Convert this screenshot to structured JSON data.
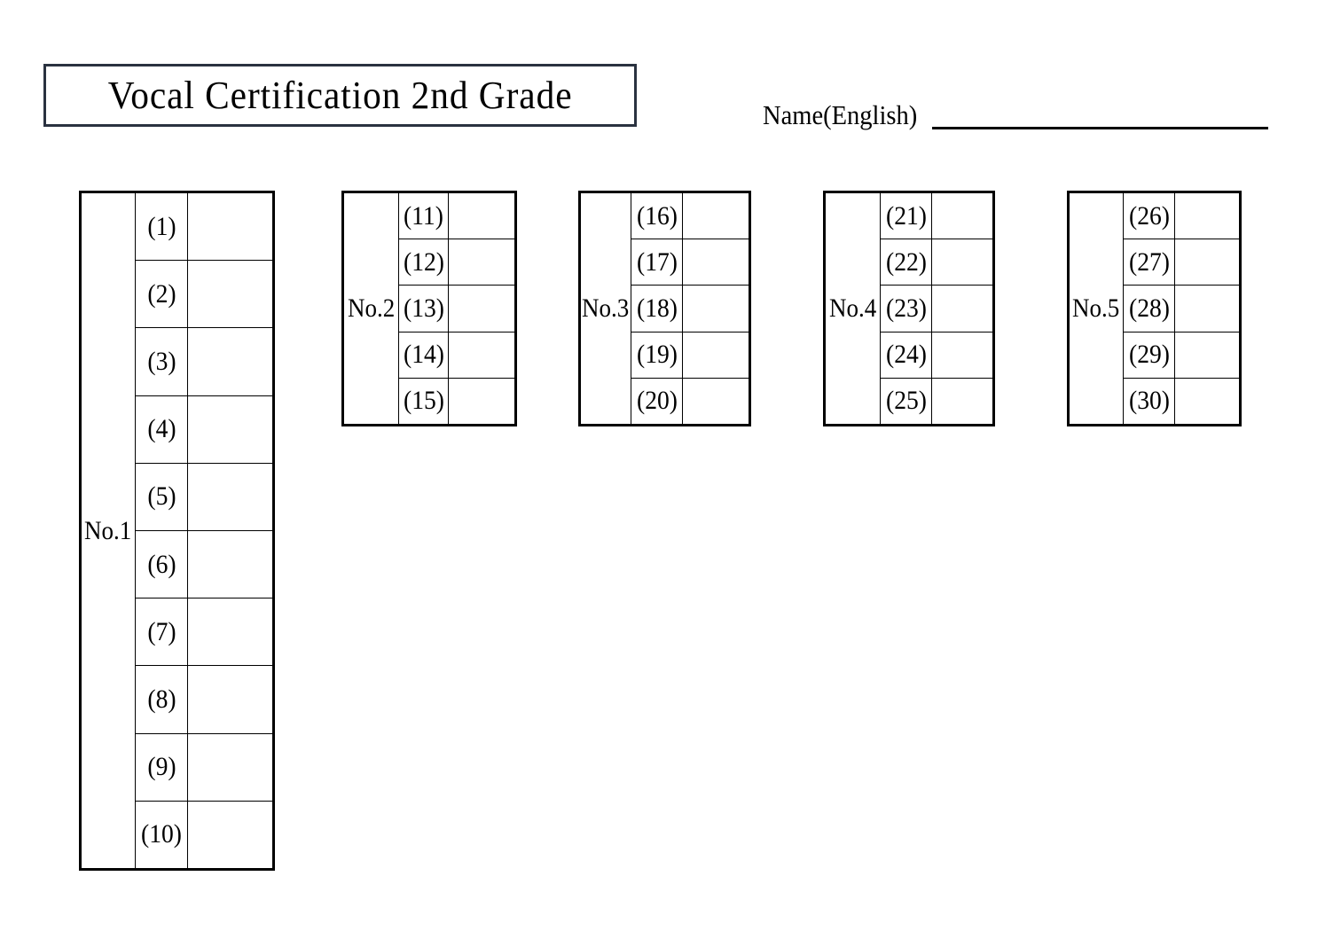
{
  "document": {
    "title": "Vocal Certification 2nd Grade"
  },
  "name_field": {
    "label": "Name(English)",
    "value": ""
  },
  "tables": [
    {
      "label": "No.1",
      "rows": [
        {
          "number": "(1)",
          "answer": ""
        },
        {
          "number": "(2)",
          "answer": ""
        },
        {
          "number": "(3)",
          "answer": ""
        },
        {
          "number": "(4)",
          "answer": ""
        },
        {
          "number": "(5)",
          "answer": ""
        },
        {
          "number": "(6)",
          "answer": ""
        },
        {
          "number": "(7)",
          "answer": ""
        },
        {
          "number": "(8)",
          "answer": ""
        },
        {
          "number": "(9)",
          "answer": ""
        },
        {
          "number": "(10)",
          "answer": ""
        }
      ]
    },
    {
      "label": "No.2",
      "rows": [
        {
          "number": "(11)",
          "answer": ""
        },
        {
          "number": "(12)",
          "answer": ""
        },
        {
          "number": "(13)",
          "answer": ""
        },
        {
          "number": "(14)",
          "answer": ""
        },
        {
          "number": "(15)",
          "answer": ""
        }
      ]
    },
    {
      "label": "No.3",
      "rows": [
        {
          "number": "(16)",
          "answer": ""
        },
        {
          "number": "(17)",
          "answer": ""
        },
        {
          "number": "(18)",
          "answer": ""
        },
        {
          "number": "(19)",
          "answer": ""
        },
        {
          "number": "(20)",
          "answer": ""
        }
      ]
    },
    {
      "label": "No.4",
      "rows": [
        {
          "number": "(21)",
          "answer": ""
        },
        {
          "number": "(22)",
          "answer": ""
        },
        {
          "number": "(23)",
          "answer": ""
        },
        {
          "number": "(24)",
          "answer": ""
        },
        {
          "number": "(25)",
          "answer": ""
        }
      ]
    },
    {
      "label": "No.5",
      "rows": [
        {
          "number": "(26)",
          "answer": ""
        },
        {
          "number": "(27)",
          "answer": ""
        },
        {
          "number": "(28)",
          "answer": ""
        },
        {
          "number": "(29)",
          "answer": ""
        },
        {
          "number": "(30)",
          "answer": ""
        }
      ]
    }
  ],
  "colors": {
    "title_border": "#2a3240",
    "table_border": "#000000",
    "text": "#000000",
    "page_background": "#ffffff"
  }
}
